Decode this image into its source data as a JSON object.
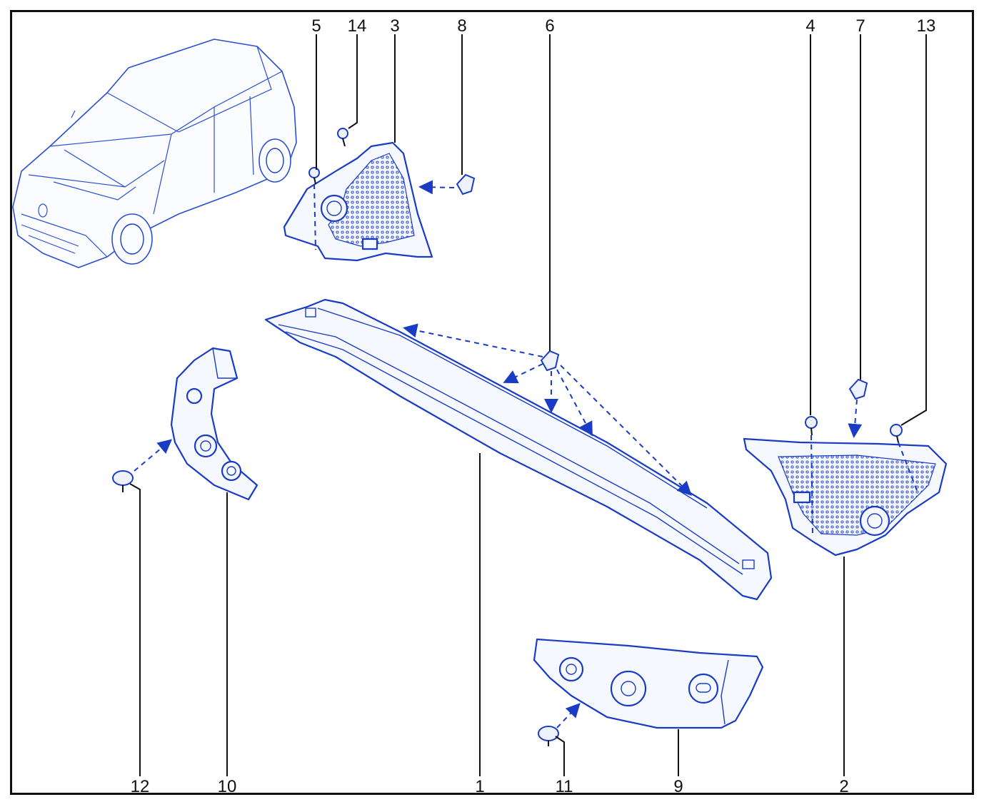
{
  "labels": {
    "p1": "1",
    "p2": "2",
    "p3": "3",
    "p4": "4",
    "p5": "5",
    "p6": "6",
    "p7": "7",
    "p8": "8",
    "p9": "9",
    "p10": "10",
    "p11": "11",
    "p12": "12",
    "p13": "13",
    "p14": "14"
  },
  "colors": {
    "line": "#1a3cc4",
    "label": "#111111",
    "frame": "#111111"
  }
}
